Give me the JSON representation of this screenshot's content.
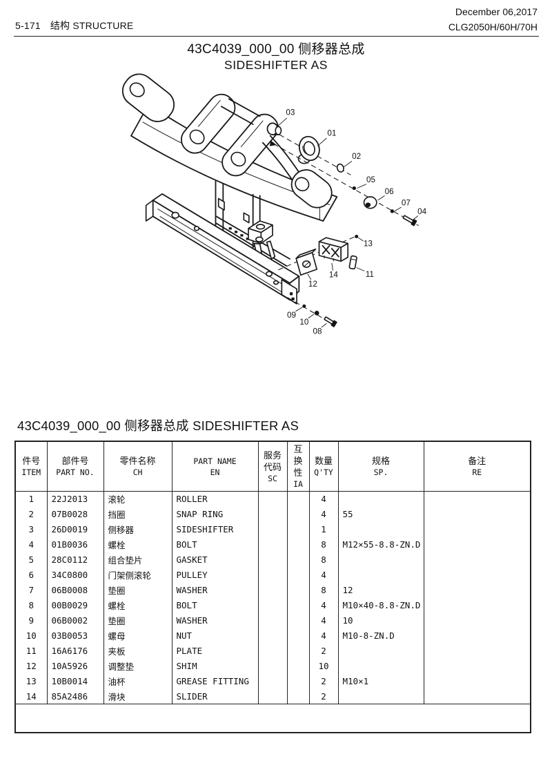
{
  "page": {
    "code": "5-171",
    "section_cn": "结构",
    "section_en": "STRUCTURE",
    "date": "December 06,2017",
    "models": "CLG2050H/60H/70H",
    "title_line1": "43C4039_000_00 侧移器总成",
    "title_line2": "SIDESHIFTER AS",
    "section_title": "43C4039_000_00 侧移器总成  SIDESHIFTER AS"
  },
  "diagram": {
    "callouts": [
      {
        "label": "01"
      },
      {
        "label": "02"
      },
      {
        "label": "03"
      },
      {
        "label": "04"
      },
      {
        "label": "05"
      },
      {
        "label": "06"
      },
      {
        "label": "07"
      },
      {
        "label": "08"
      },
      {
        "label": "09"
      },
      {
        "label": "10"
      },
      {
        "label": "11"
      },
      {
        "label": "12"
      },
      {
        "label": "13"
      },
      {
        "label": "14"
      }
    ]
  },
  "table": {
    "headers": {
      "item_cn": "件号",
      "item_en": "ITEM",
      "partno_cn": "部件号",
      "partno_en": "PART NO.",
      "namecn_l1": "零件名称",
      "namecn_l2": "CH",
      "nameen_l1": "PART NAME",
      "nameen_l2": "EN",
      "sc_l1": "服务",
      "sc_l2": "代码",
      "sc_l3": "SC",
      "ia_l1": "互",
      "ia_l2": "换",
      "ia_l3": "性",
      "ia_l4": "IA",
      "qty_cn": "数量",
      "qty_en": "Q'TY",
      "sp_cn": "规格",
      "sp_en": "SP.",
      "re_cn": "备注",
      "re_en": "RE"
    },
    "rows": [
      {
        "item": "1",
        "part_no": "22J2013",
        "name_cn": "滚轮",
        "name_en": "ROLLER",
        "sc": "",
        "ia": "",
        "qty": "4",
        "sp": "",
        "re": ""
      },
      {
        "item": "2",
        "part_no": "07B0028",
        "name_cn": "挡圈",
        "name_en": "SNAP RING",
        "sc": "",
        "ia": "",
        "qty": "4",
        "sp": "55",
        "re": ""
      },
      {
        "item": "3",
        "part_no": "26D0019",
        "name_cn": "侧移器",
        "name_en": "SIDESHIFTER",
        "sc": "",
        "ia": "",
        "qty": "1",
        "sp": "",
        "re": ""
      },
      {
        "item": "4",
        "part_no": "01B0036",
        "name_cn": "螺栓",
        "name_en": "BOLT",
        "sc": "",
        "ia": "",
        "qty": "8",
        "sp": "M12×55-8.8-ZN.D",
        "re": ""
      },
      {
        "item": "5",
        "part_no": "28C0112",
        "name_cn": "组合垫片",
        "name_en": "GASKET",
        "sc": "",
        "ia": "",
        "qty": "8",
        "sp": "",
        "re": ""
      },
      {
        "item": "6",
        "part_no": "34C0800",
        "name_cn": "门架侧滚轮",
        "name_en": "PULLEY",
        "sc": "",
        "ia": "",
        "qty": "4",
        "sp": "",
        "re": ""
      },
      {
        "item": "7",
        "part_no": "06B0008",
        "name_cn": "垫圈",
        "name_en": "WASHER",
        "sc": "",
        "ia": "",
        "qty": "8",
        "sp": "12",
        "re": ""
      },
      {
        "item": "8",
        "part_no": "00B0029",
        "name_cn": "螺栓",
        "name_en": "BOLT",
        "sc": "",
        "ia": "",
        "qty": "4",
        "sp": "M10×40-8.8-ZN.D",
        "re": ""
      },
      {
        "item": "9",
        "part_no": "06B0002",
        "name_cn": "垫圈",
        "name_en": "WASHER",
        "sc": "",
        "ia": "",
        "qty": "4",
        "sp": "10",
        "re": ""
      },
      {
        "item": "10",
        "part_no": "03B0053",
        "name_cn": "螺母",
        "name_en": "NUT",
        "sc": "",
        "ia": "",
        "qty": "4",
        "sp": "M10-8-ZN.D",
        "re": ""
      },
      {
        "item": "11",
        "part_no": "16A6176",
        "name_cn": "夹板",
        "name_en": "PLATE",
        "sc": "",
        "ia": "",
        "qty": "2",
        "sp": "",
        "re": ""
      },
      {
        "item": "12",
        "part_no": "10A5926",
        "name_cn": "调整垫",
        "name_en": "SHIM",
        "sc": "",
        "ia": "",
        "qty": "10",
        "sp": "",
        "re": ""
      },
      {
        "item": "13",
        "part_no": "10B0014",
        "name_cn": "油杯",
        "name_en": "GREASE FITTING",
        "sc": "",
        "ia": "",
        "qty": "2",
        "sp": "M10×1",
        "re": ""
      },
      {
        "item": "14",
        "part_no": "85A2486",
        "name_cn": "滑块",
        "name_en": "SLIDER",
        "sc": "",
        "ia": "",
        "qty": "2",
        "sp": "",
        "re": ""
      }
    ]
  }
}
